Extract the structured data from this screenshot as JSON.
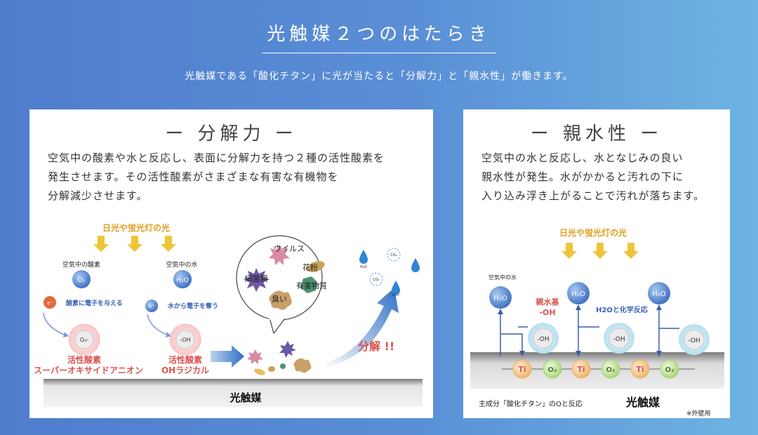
{
  "page": {
    "title": "光触媒２つのはたらき",
    "subtitle": "光触媒である「酸化チタン」に光が当たると「分解力」と「親水性」が働きます。"
  },
  "decomposition": {
    "heading": "ー 分解力 ー",
    "description": "空気中の酸素や水と反応し、表面に分解力を持つ２種の活性酸素を\n発生させます。その活性酸素がさまざまな有害な有機物を\n分解減少させます。",
    "light_label": "日光や蛍光灯の光",
    "oxygen_label": "空気中の酸素",
    "water_label": "空気中の水",
    "o2": "O₂",
    "h2o": "H₂O",
    "o2_minus": "O₂-",
    "oh": "-OH",
    "electron": "e⁻",
    "hole": "h⁺",
    "give_electron": "酸素に電子を与える",
    "take_electron": "水から電子を奪う",
    "active_oxygen_1_line1": "活性酸素",
    "active_oxygen_1_line2": "スーパーオキサイドアニオン",
    "active_oxygen_2_line1": "活性酸素",
    "active_oxygen_2_line2": "OHラジカル",
    "virus": "ウイルス",
    "pollen": "花粉",
    "bacteria": "細菌類",
    "harmful": "有害物質",
    "odor": "臭い",
    "decompose": "分解 !!",
    "co2": "CO₂",
    "h2o_small": "H₂O",
    "surface_label": "光触媒"
  },
  "hydrophilic": {
    "heading": "ー 親水性 ー",
    "description": "空気中の水と反応し、水となじみの良い\n親水性が発生。水がかかると汚れの下に\n入り込み浮き上がることで汚れが落ちます。",
    "light_label": "日光や蛍光灯の光",
    "water_label": "空気中の水",
    "h2o": "H₂O",
    "oh": "-OH",
    "hydrophilic_group_line1": "親水基",
    "hydrophilic_group_line2": "-OH",
    "reaction_label": "H2Oと化学反応",
    "ti": "Ti",
    "o2": "O₂",
    "component_note": "主成分「酸化チタン」のOと反応",
    "surface_label": "光触媒",
    "wall_note": "※外壁用"
  },
  "colors": {
    "light_yellow": "#e8c43a",
    "label_orange": "#e0a020",
    "blue_text": "#3b63b8",
    "red_text": "#d9534f"
  }
}
